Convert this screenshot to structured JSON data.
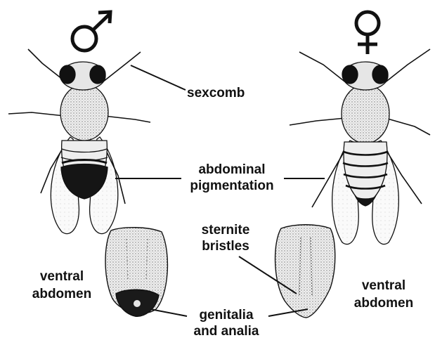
{
  "symbols": {
    "male": "♂",
    "female": "♀"
  },
  "labels": {
    "sexcomb": "sexcomb",
    "abdominal_line1": "abdominal",
    "abdominal_line2": "pigmentation",
    "sternite_line1": "sternite",
    "sternite_line2": "bristles",
    "ventral_left_line1": "ventral",
    "ventral_left_line2": "abdomen",
    "ventral_right_line1": "ventral",
    "ventral_right_line2": "abdomen",
    "genitalia_line1": "genitalia",
    "genitalia_line2": "and analia"
  },
  "colors": {
    "ink": "#111111",
    "body_fill": "#e9e9e9",
    "wing_fill": "#f7f7f7",
    "pigment": "#151515"
  }
}
